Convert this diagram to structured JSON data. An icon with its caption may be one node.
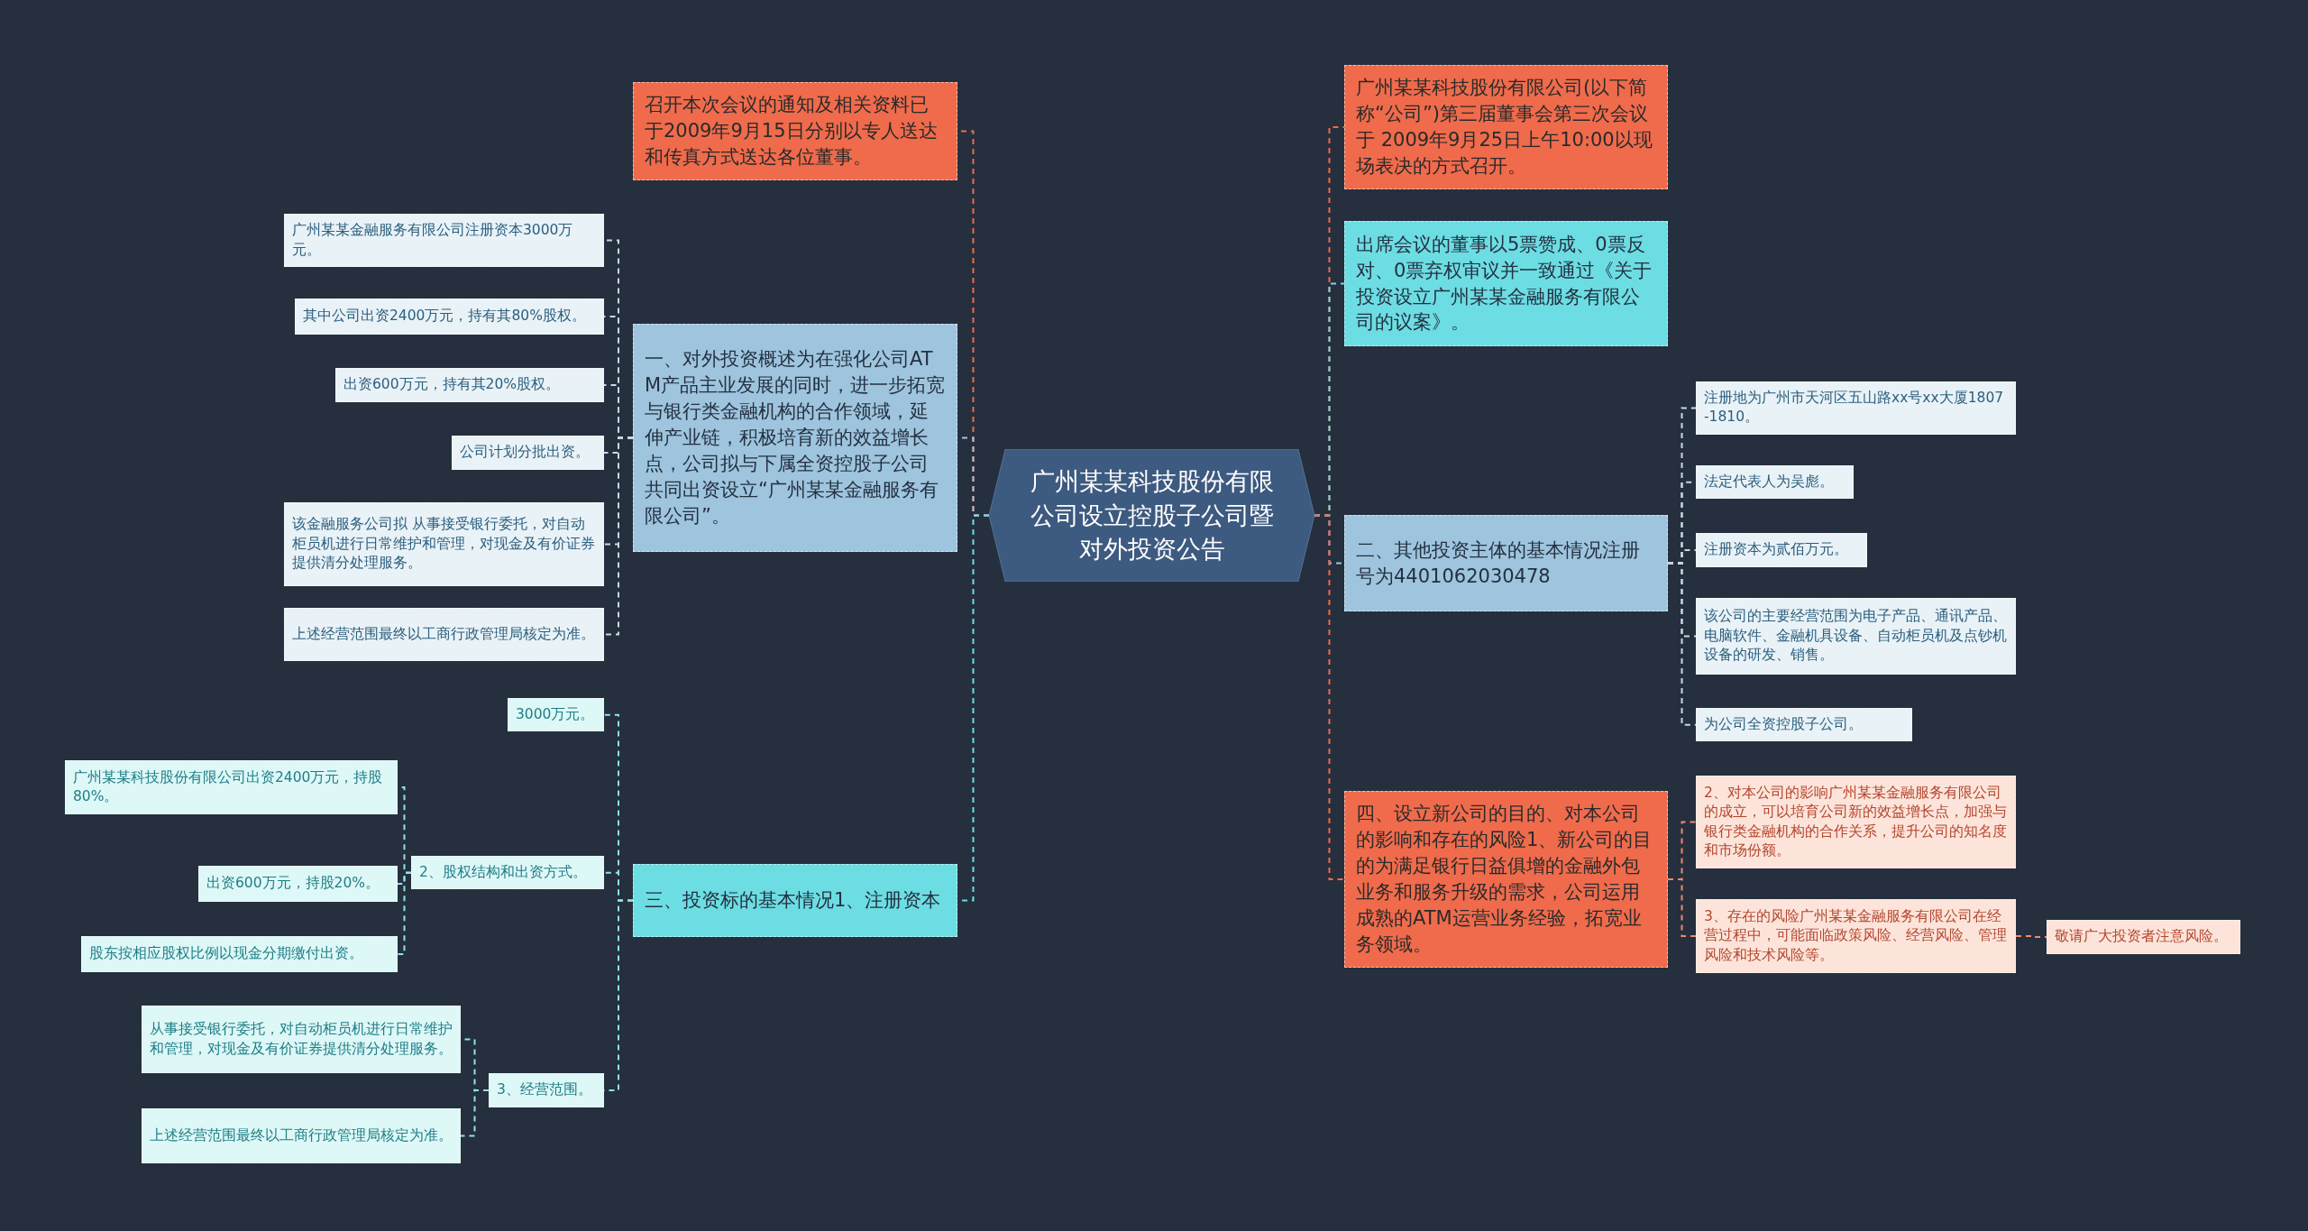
{
  "diagram": {
    "nodes": [
      {
        "text": [
          "广州某某科技股份有限公司设立控股子公司暨对外投资公告"
        ]
      },
      {
        "text": [
          "召开本次会议的通知及相关资料已于2009年9月15日分别以专人送达和传真方式送达各位董事。"
        ]
      },
      {
        "text": [
          "一、对外投资概述为在强化公司ATM产品主业发展的同时，进一步拓宽与银行类金融机构的合作领域，延伸产业链，积极培育新的效益增长点，公司拟与下属全资控股子公司共同出资设立“广州某某金融服务有限公司”。"
        ]
      },
      {
        "text": [
          "广州某某金融服务有限公司注册资本3000万元。"
        ]
      },
      {
        "text": [
          "其中公司出资2400万元，持有其80%股权。"
        ]
      },
      {
        "text": [
          "出资600万元，持有其20%股权。"
        ]
      },
      {
        "text": [
          "公司计划分批出资。"
        ]
      },
      {
        "text": [
          "该金融服务公司拟 从事接受银行委托，对自动柜员机进行日常维护和管理，对现金及有价证券提供清分处理服务。"
        ]
      },
      {
        "text": [
          "上述经营范围最终以工商行政管理局核定为准。"
        ]
      },
      {
        "text": [
          "三、投资标的基本情况1、注册资本"
        ]
      },
      {
        "text": [
          "3000万元。"
        ]
      },
      {
        "text": [
          "2、股权结构和出资方式。"
        ]
      },
      {
        "text": [
          "广州某某科技股份有限公司出资2400万元，持股80%。"
        ]
      },
      {
        "text": [
          "出资600万元，持股20%。"
        ]
      },
      {
        "text": [
          "股东按相应股权比例以现金分期缴付出资。"
        ]
      },
      {
        "text": [
          "3、经营范围。"
        ]
      },
      {
        "text": [
          "从事接受银行委托，对自动柜员机进行日常维护和管理，对现金及有价证券提供清分处理服务。"
        ]
      },
      {
        "text": [
          "上述经营范围最终以工商行政管理局核定为准。"
        ]
      },
      {
        "text": [
          "广州某某科技股份有限公司(以下简称“公司”)第三届董事会第三次会议于 2009年9月25日上午10:00以现场表决的方式召开。"
        ]
      },
      {
        "text": [
          "出席会议的董事以5票赞成、0票反对、0票弃权审议并一致通过《关于投资设立广州某某金融服务有限公司的议案》。"
        ]
      },
      {
        "text": [
          "二、其他投资主体的基本情况注册号为4401062030478"
        ]
      },
      {
        "text": [
          "注册地为广州市天河区五山路xx号xx大厦1807-1810。"
        ]
      },
      {
        "text": [
          "法定代表人为吴彪。"
        ]
      },
      {
        "text": [
          "注册资本为贰佰万元。"
        ]
      },
      {
        "text": [
          "该公司的主要经营范围为电子产品、通讯产品、电脑软件、金融机具设备、自动柜员机及点钞机设备的研发、销售。"
        ]
      },
      {
        "text": [
          "为公司全资控股子公司。"
        ]
      },
      {
        "text": [
          "四、设立新公司的目的、对本公司的影响和存在的风险1、新公司的目的为满足银行日益俱增的金融外包业务和服务升级的需求，公司运用成熟的ATM运营业务经验，拓宽业务领域。"
        ]
      },
      {
        "text": [
          "2、对本公司的影响广州某某金融服务有限公司的成立，可以培育公司新的效益增长点，加强与银行类金融机构的合作关系，提升公司的知名度和市场份额。"
        ]
      },
      {
        "text": [
          "3、存在的风险广州某某金融服务有限公司在经营过程中，可能面临政策风险、经营风险、管理风险和技术风险等。"
        ]
      },
      {
        "text": [
          "敬请广大投资者注意风险。"
        ]
      }
    ],
    "edges": [
      {
        "from": 0,
        "to": 1,
        "arrow": "none",
        "style": "dashed",
        "color": "#ef6b4c"
      },
      {
        "from": 0,
        "to": 2,
        "arrow": "none",
        "style": "dashed",
        "color": "#9ec4de"
      },
      {
        "from": 2,
        "to": 3,
        "arrow": "none",
        "style": "dashed",
        "color": "#c9d9e4"
      },
      {
        "from": 2,
        "to": 4,
        "arrow": "none",
        "style": "dashed",
        "color": "#c9d9e4"
      },
      {
        "from": 2,
        "to": 5,
        "arrow": "none",
        "style": "dashed",
        "color": "#c9d9e4"
      },
      {
        "from": 2,
        "to": 6,
        "arrow": "none",
        "style": "dashed",
        "color": "#c9d9e4"
      },
      {
        "from": 2,
        "to": 7,
        "arrow": "none",
        "style": "dashed",
        "color": "#c9d9e4"
      },
      {
        "from": 2,
        "to": 8,
        "arrow": "none",
        "style": "dashed",
        "color": "#c9d9e4"
      },
      {
        "from": 0,
        "to": 9,
        "arrow": "none",
        "style": "dashed",
        "color": "#6cdde3"
      },
      {
        "from": 9,
        "to": 10,
        "arrow": "none",
        "style": "dashed",
        "color": "#8fe3e6"
      },
      {
        "from": 9,
        "to": 11,
        "arrow": "none",
        "style": "dashed",
        "color": "#8fe3e6"
      },
      {
        "from": 11,
        "to": 12,
        "arrow": "none",
        "style": "dashed",
        "color": "#8fe3e6"
      },
      {
        "from": 11,
        "to": 13,
        "arrow": "none",
        "style": "dashed",
        "color": "#8fe3e6"
      },
      {
        "from": 11,
        "to": 14,
        "arrow": "none",
        "style": "dashed",
        "color": "#8fe3e6"
      },
      {
        "from": 9,
        "to": 15,
        "arrow": "none",
        "style": "dashed",
        "color": "#8fe3e6"
      },
      {
        "from": 15,
        "to": 16,
        "arrow": "none",
        "style": "dashed",
        "color": "#8fe3e6"
      },
      {
        "from": 15,
        "to": 17,
        "arrow": "none",
        "style": "dashed",
        "color": "#8fe3e6"
      },
      {
        "from": 0,
        "to": 18,
        "arrow": "none",
        "style": "dashed",
        "color": "#ef6b4c"
      },
      {
        "from": 0,
        "to": 19,
        "arrow": "none",
        "style": "dashed",
        "color": "#6cdde3"
      },
      {
        "from": 0,
        "to": 20,
        "arrow": "none",
        "style": "dashed",
        "color": "#9ec4de"
      },
      {
        "from": 20,
        "to": 21,
        "arrow": "none",
        "style": "dashed",
        "color": "#c9d9e4"
      },
      {
        "from": 20,
        "to": 22,
        "arrow": "none",
        "style": "dashed",
        "color": "#c9d9e4"
      },
      {
        "from": 20,
        "to": 23,
        "arrow": "none",
        "style": "dashed",
        "color": "#c9d9e4"
      },
      {
        "from": 20,
        "to": 24,
        "arrow": "none",
        "style": "dashed",
        "color": "#c9d9e4"
      },
      {
        "from": 20,
        "to": 25,
        "arrow": "none",
        "style": "dashed",
        "color": "#c9d9e4"
      },
      {
        "from": 0,
        "to": 26,
        "arrow": "none",
        "style": "dashed",
        "color": "#ef6b4c"
      },
      {
        "from": 26,
        "to": 27,
        "arrow": "none",
        "style": "dashed",
        "color": "#f08a6a"
      },
      {
        "from": 26,
        "to": 28,
        "arrow": "none",
        "style": "dashed",
        "color": "#f08a6a"
      },
      {
        "from": 28,
        "to": 29,
        "arrow": "none",
        "style": "dashed",
        "color": "#f08a6a"
      }
    ]
  }
}
